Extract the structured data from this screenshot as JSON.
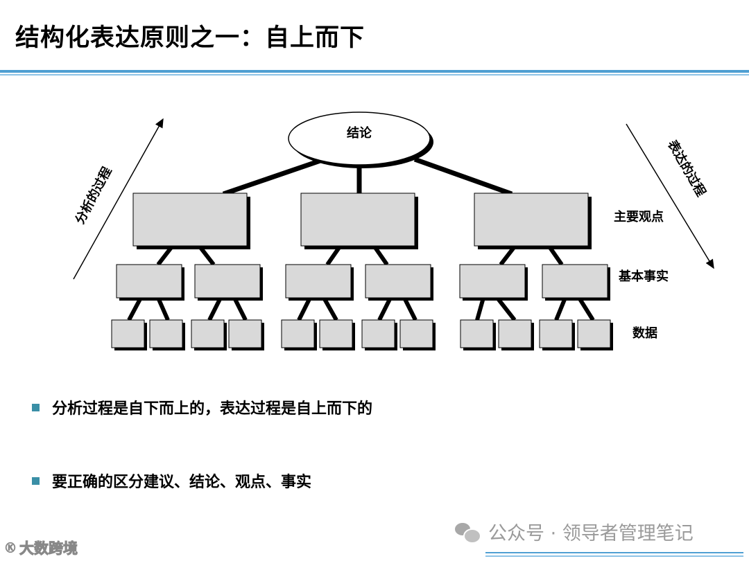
{
  "title": "结构化表达原则之一：自上而下",
  "diagram": {
    "root_label": "结论",
    "left_arrow_label": "分析的过程",
    "right_arrow_label": "表达的过程",
    "level_labels": {
      "main_points": "主要观点",
      "basic_facts": "基本事实",
      "data": "数据"
    }
  },
  "bullets": [
    "分析过程是自下而上的，表达过程是自上而下的",
    "要正确的区分建议、结论、观点、事实"
  ],
  "watermark": {
    "text": "公众号 · 领导者管理笔记",
    "logo_text": "大数跨境",
    "logo_mark": "Ⓚ"
  },
  "colors": {
    "rule_blue": "#4f9fd2",
    "bullet_teal": "#3a8fa6",
    "box_fill": "#d9d9d9"
  }
}
